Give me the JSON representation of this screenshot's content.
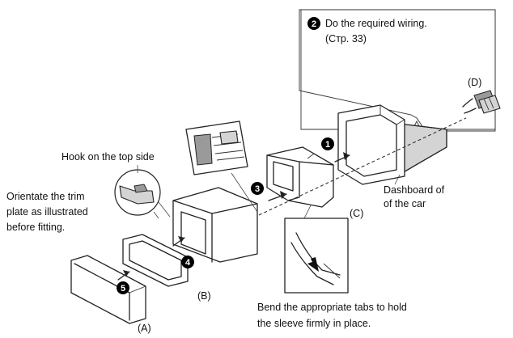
{
  "callouts": {
    "step2_text": "Do the required wiring.",
    "step2_ref": "(Стр. 33)"
  },
  "labels": {
    "hook": "Hook on the top side",
    "orient_1": "Orientate the trim",
    "orient_2": "plate as illustrated",
    "orient_3": "before fitting.",
    "dash_1": "Dashboard of",
    "dash_2": "of the car",
    "bend_1": "Bend the appropriate tabs to hold",
    "bend_2": "the sleeve firmly in place."
  },
  "parts": {
    "A": "(A)",
    "B": "(B)",
    "C": "(C)",
    "D": "(D)"
  },
  "steps": {
    "s1": "1",
    "s2": "2",
    "s3": "3",
    "s4": "4",
    "s5": "5"
  }
}
